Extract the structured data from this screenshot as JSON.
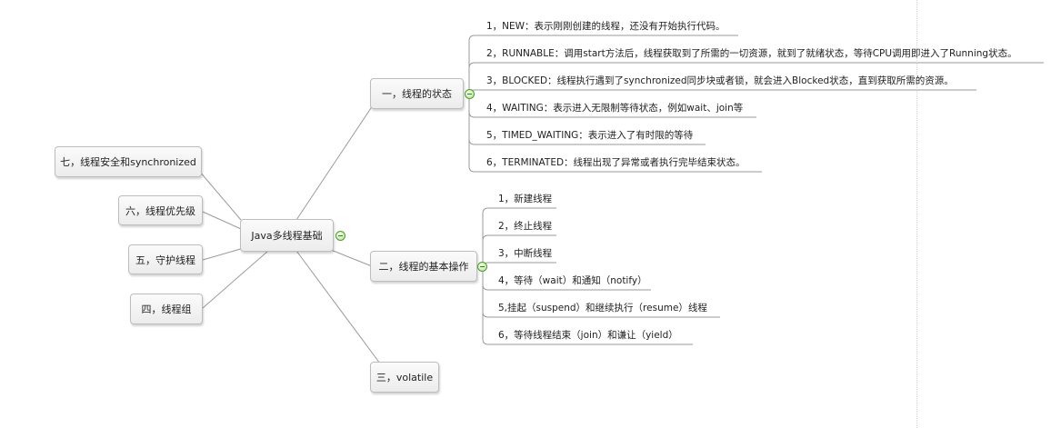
{
  "mindmap": {
    "central_topic": "Java多线程基础",
    "left_branches": [
      "七，线程安全和synchronized",
      "六，线程优先级",
      "五，守护线程",
      "四，线程组"
    ],
    "right_branches": [
      {
        "label": "一，线程的状态",
        "children": [
          "1，NEW：表示刚刚创建的线程，还没有开始执行代码。",
          "2，RUNNABLE：调用start方法后，线程获取到了所需的一切资源，就到了就绪状态，等待CPU调用即进入了Running状态。",
          "3，BLOCKED：线程执行遇到了synchronized同步块或者锁，就会进入Blocked状态，直到获取所需的资源。",
          "4，WAITING：表示进入无限制等待状态，例如wait、join等",
          "5，TIMED_WAITING：表示进入了有时限的等待",
          "6，TERMINATED：线程出现了异常或者执行完毕结束状态。"
        ]
      },
      {
        "label": "二，线程的基本操作",
        "children": [
          "1，新建线程",
          "2，终止线程",
          "3，中断线程",
          "4，等待（wait）和通知（notify）",
          "5,挂起（suspend）和继续执行（resume）线程",
          "6，等待线程结束（join）和谦让（yield）"
        ]
      },
      {
        "label": "三，volatile",
        "children": []
      }
    ]
  },
  "colors": {
    "connector": "#9a9a9a",
    "node_border": "#bdbdbd",
    "toggle_green": "#4f9a2f"
  }
}
